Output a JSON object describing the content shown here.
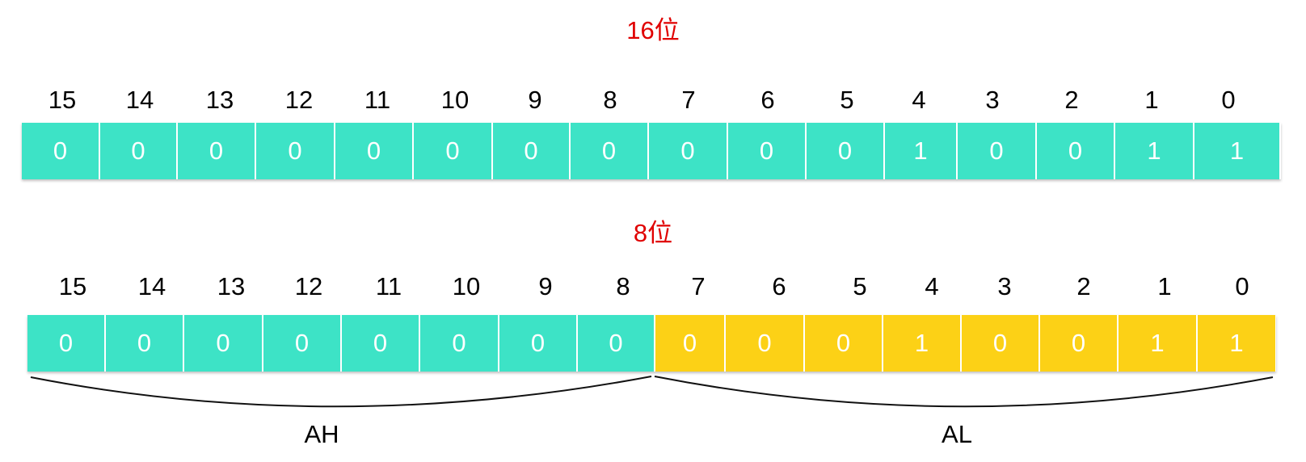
{
  "top": {
    "title": "16位",
    "bit_numbers": [
      "15",
      "14",
      "13",
      "12",
      "11",
      "10",
      "9",
      "8",
      "7",
      "6",
      "5",
      "4",
      "3",
      "2",
      "1",
      "0"
    ],
    "bits": [
      "0",
      "0",
      "0",
      "0",
      "0",
      "0",
      "0",
      "0",
      "0",
      "0",
      "0",
      "1",
      "0",
      "0",
      "1",
      "1"
    ]
  },
  "bottom": {
    "title": "8位",
    "bit_numbers": [
      "15",
      "14",
      "13",
      "12",
      "11",
      "10",
      "9",
      "8",
      "7",
      "6",
      "5",
      "4",
      "3",
      "2",
      "1",
      "0"
    ],
    "bits": [
      "0",
      "0",
      "0",
      "0",
      "0",
      "0",
      "0",
      "0",
      "0",
      "0",
      "0",
      "1",
      "0",
      "0",
      "1",
      "1"
    ],
    "high_label": "AH",
    "low_label": "AL"
  },
  "colors": {
    "title": "#e00000",
    "cell_teal": "#3de3c6",
    "cell_yellow": "#fcd116",
    "cell_text": "#ffffff"
  }
}
